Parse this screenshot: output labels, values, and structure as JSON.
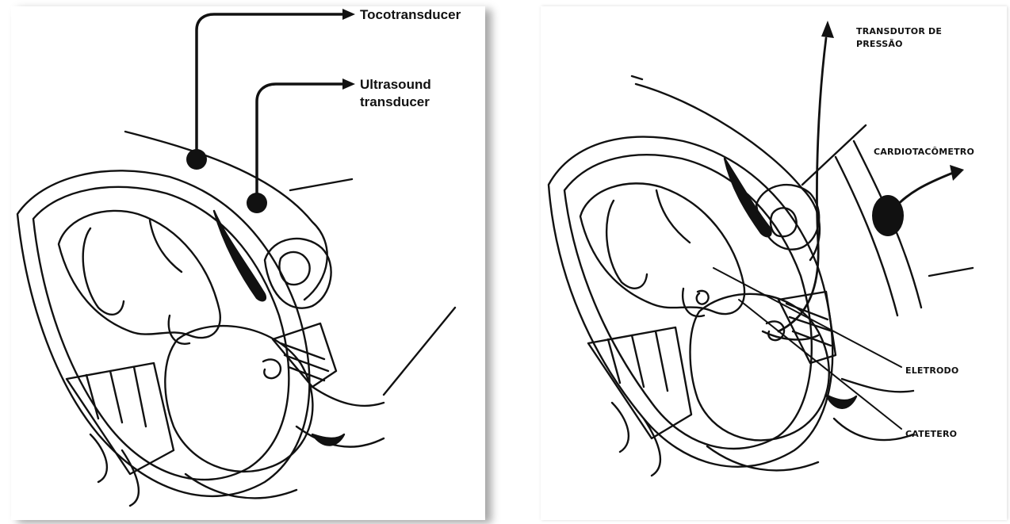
{
  "left_panel": {
    "labels": {
      "tocotransducer": "Tocotransducer",
      "ultrasound": "Ultrasound\ntransducer"
    }
  },
  "right_panel": {
    "labels": {
      "pressure_transducer": "TRANSDUTOR DE\nPRESSÃO",
      "cardiotachometer": "CARDIOTACÔMETRO",
      "electrode": "ELETRODO",
      "catheter": "CATETERO"
    }
  }
}
